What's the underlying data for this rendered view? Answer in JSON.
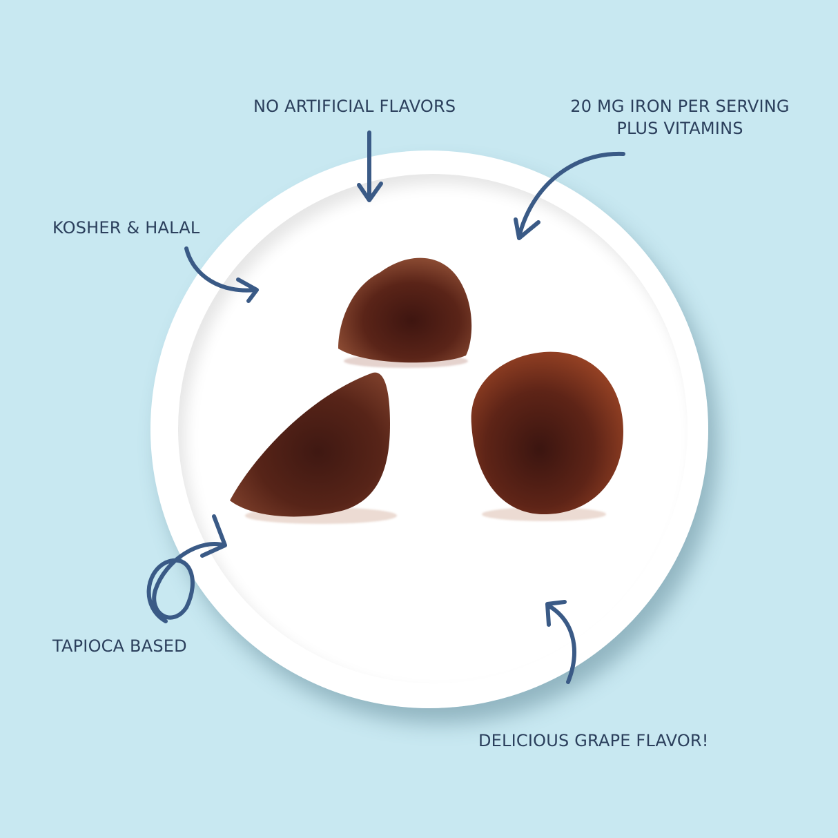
{
  "colors": {
    "background": "#c8e8f1",
    "text": "#2b3f5c",
    "arrow": "#3a5a86",
    "plate": "#ffffff",
    "gummy": "#5a2418"
  },
  "labels": {
    "no_artificial": "NO ARTIFICIAL FLAVORS",
    "iron_line1": "20 MG IRON PER SERVING",
    "iron_line2": "PLUS VITAMINS",
    "kosher": "KOSHER & HALAL",
    "tapioca": "TAPIOCA BASED",
    "grape": "DELICIOUS GRAPE FLAVOR!"
  },
  "image": {
    "subject": "three brown grape-flavored iron gummies on a white plate",
    "icons": [
      "arrow-down-icon",
      "curved-arrow-down-left-icon",
      "curved-arrow-right-icon",
      "loop-arrow-right-icon",
      "curved-arrow-up-icon"
    ]
  }
}
